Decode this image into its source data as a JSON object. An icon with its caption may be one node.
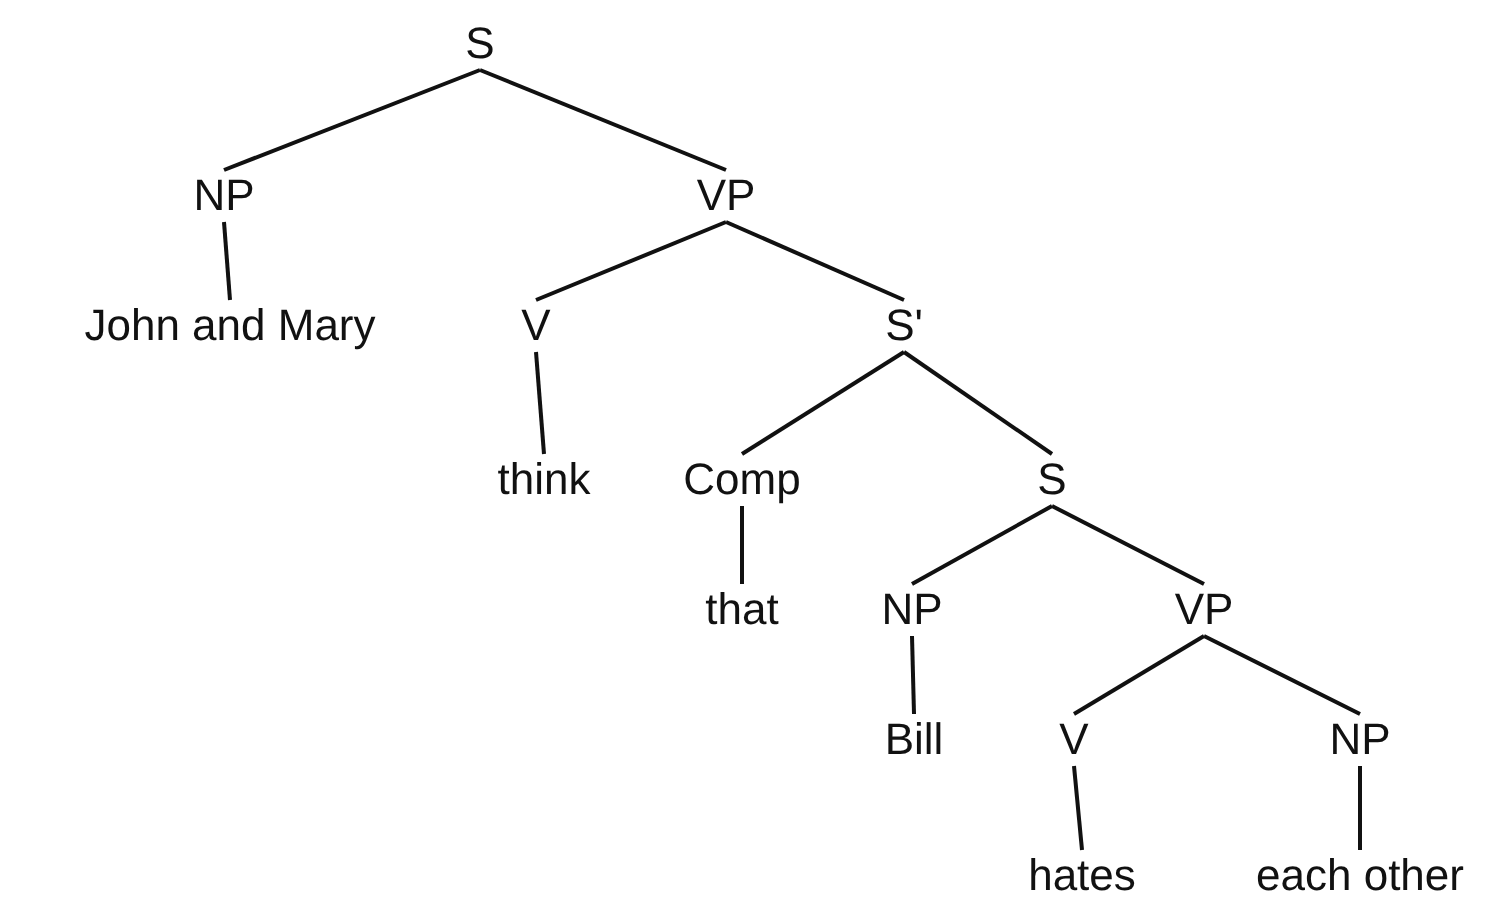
{
  "diagram": {
    "nodes": [
      {
        "text": [
          "S"
        ]
      },
      {
        "text": [
          "NP"
        ]
      },
      {
        "text": [
          "VP"
        ]
      },
      {
        "text": [
          "John and Mary"
        ]
      },
      {
        "text": [
          "V"
        ]
      },
      {
        "text": [
          "S'"
        ]
      },
      {
        "text": [
          "think"
        ]
      },
      {
        "text": [
          "Comp"
        ]
      },
      {
        "text": [
          "S"
        ]
      },
      {
        "text": [
          "that"
        ]
      },
      {
        "text": [
          "NP"
        ]
      },
      {
        "text": [
          "VP"
        ]
      },
      {
        "text": [
          "Bill"
        ]
      },
      {
        "text": [
          "V"
        ]
      },
      {
        "text": [
          "NP"
        ]
      },
      {
        "text": [
          "hates"
        ]
      },
      {
        "text": [
          "each other"
        ]
      }
    ],
    "edges": [
      {
        "from": 0,
        "to": 1,
        "arrow": "none"
      },
      {
        "from": 0,
        "to": 2,
        "arrow": "none"
      },
      {
        "from": 1,
        "to": 3,
        "arrow": "none"
      },
      {
        "from": 2,
        "to": 4,
        "arrow": "none"
      },
      {
        "from": 2,
        "to": 5,
        "arrow": "none"
      },
      {
        "from": 4,
        "to": 6,
        "arrow": "none"
      },
      {
        "from": 5,
        "to": 7,
        "arrow": "none"
      },
      {
        "from": 5,
        "to": 8,
        "arrow": "none"
      },
      {
        "from": 7,
        "to": 9,
        "arrow": "none"
      },
      {
        "from": 8,
        "to": 10,
        "arrow": "none"
      },
      {
        "from": 8,
        "to": 11,
        "arrow": "none"
      },
      {
        "from": 10,
        "to": 12,
        "arrow": "none"
      },
      {
        "from": 11,
        "to": 13,
        "arrow": "none"
      },
      {
        "from": 11,
        "to": 14,
        "arrow": "none"
      },
      {
        "from": 13,
        "to": 15,
        "arrow": "none"
      },
      {
        "from": 14,
        "to": 16,
        "arrow": "none"
      }
    ]
  }
}
